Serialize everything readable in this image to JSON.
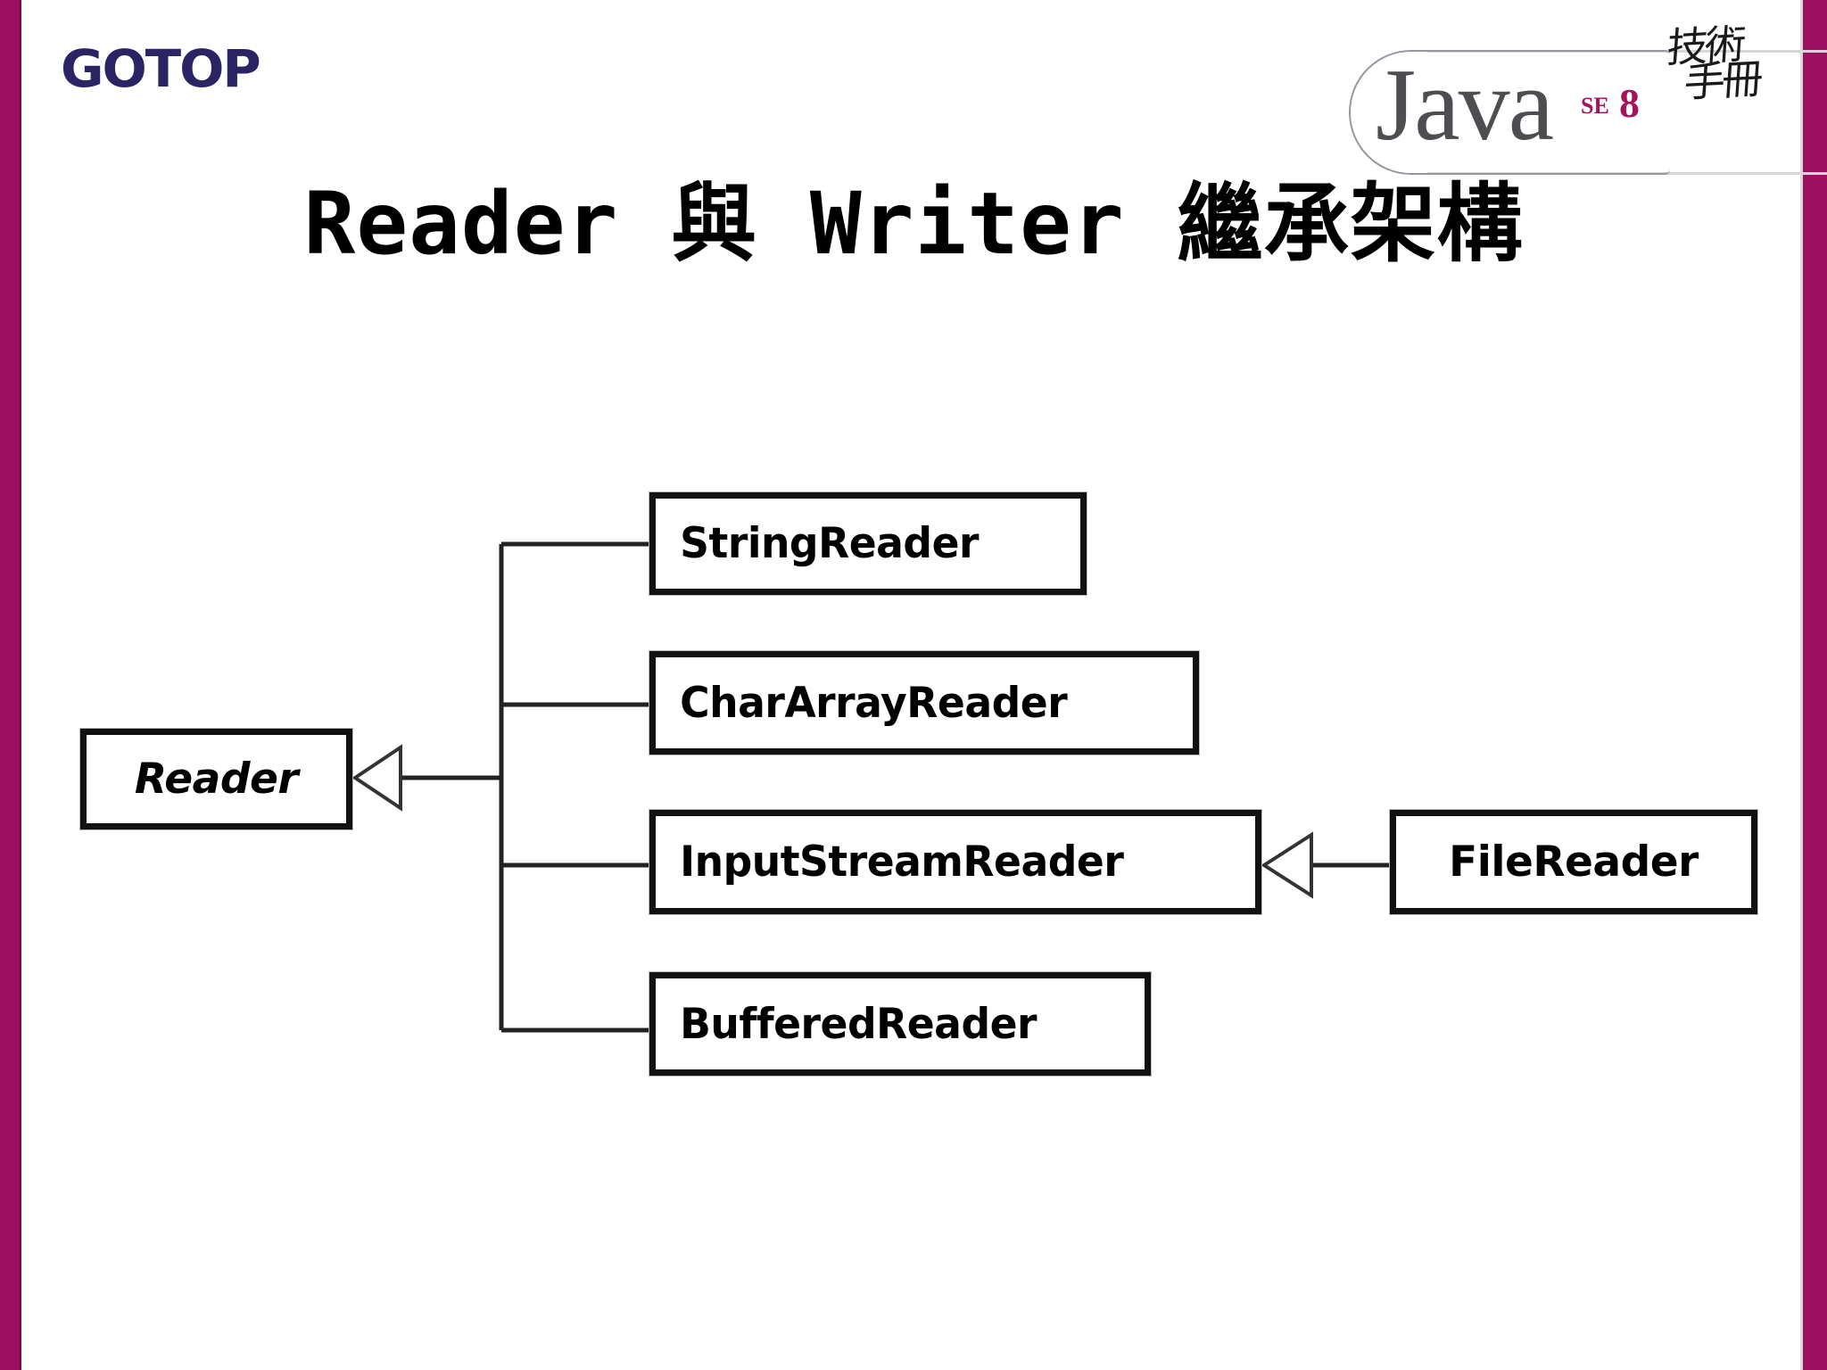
{
  "slide": {
    "title": "Reader 與 Writer 繼承架構",
    "background_color": "#FFFFFF",
    "accent_bar_color": "#9B1060"
  },
  "branding": {
    "publisher_logo": "GOTOP",
    "publisher_logo_color": "#2A2464",
    "product_logo": {
      "word": "Java",
      "edition": "SE",
      "version": "8",
      "accent_color": "#A4135C",
      "word_color": "#4E4E52",
      "cjk_line_1": "技術",
      "cjk_line_2": "手冊"
    }
  },
  "diagram": {
    "type": "uml-class-inheritance",
    "root": {
      "name": "Reader",
      "abstract": true
    },
    "subclasses": [
      {
        "name": "StringReader",
        "abstract": false
      },
      {
        "name": "CharArrayReader",
        "abstract": false
      },
      {
        "name": "InputStreamReader",
        "abstract": false
      },
      {
        "name": "BufferedReader",
        "abstract": false
      }
    ],
    "leaf": {
      "name": "FileReader",
      "abstract": false,
      "extends": "InputStreamReader"
    },
    "line_color": "#222222",
    "box_border_color": "#111111",
    "box_fill_color": "#FFFFFF"
  }
}
